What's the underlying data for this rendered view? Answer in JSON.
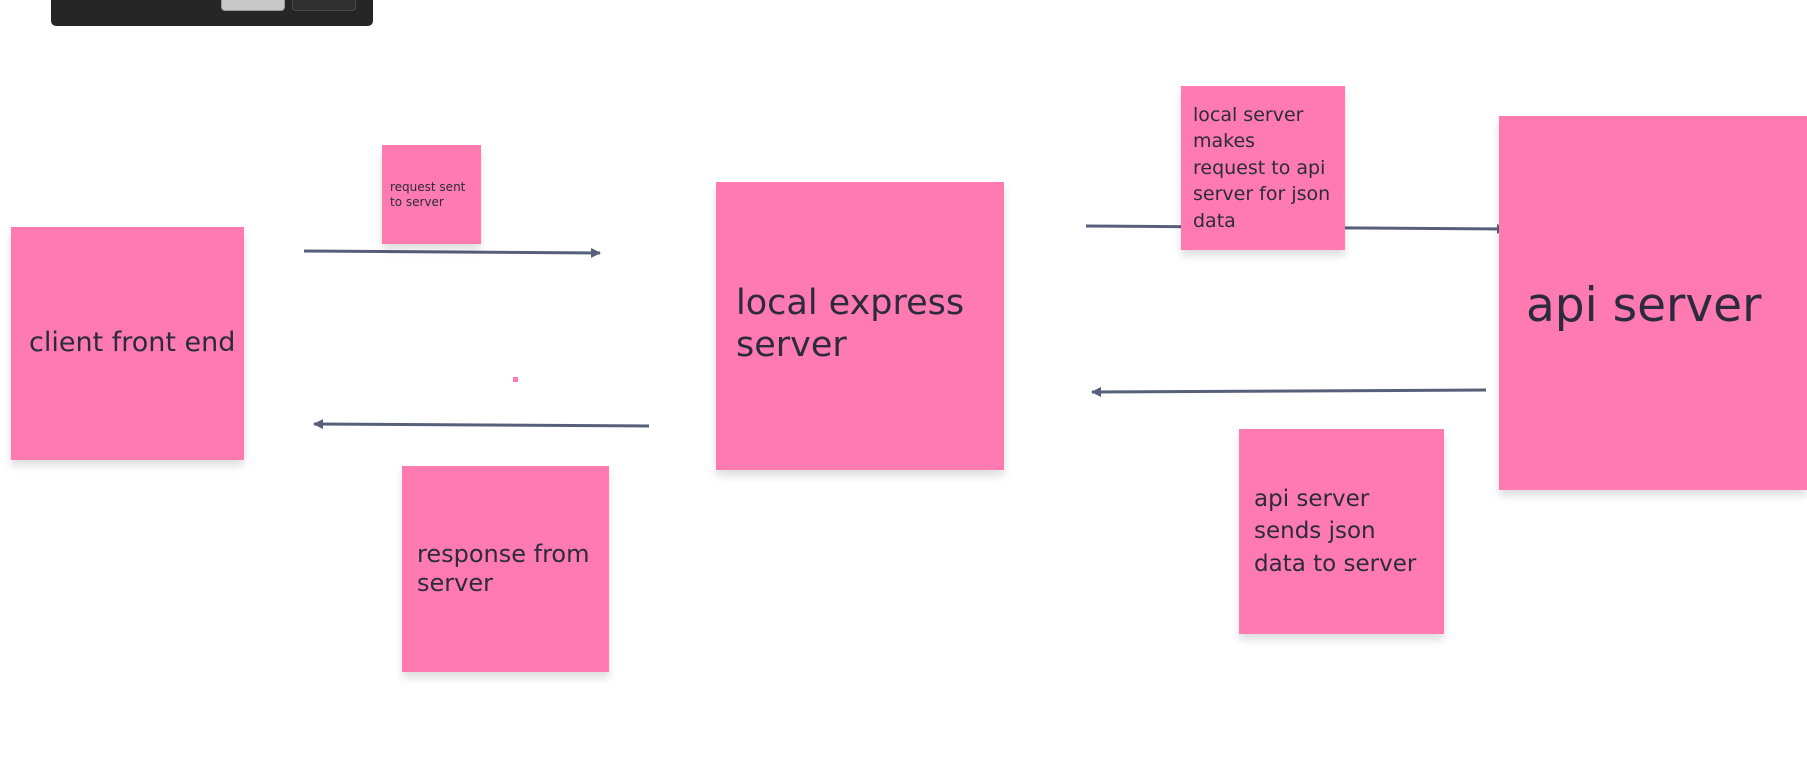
{
  "board": {
    "colors": {
      "sticky": "#ff7ab0",
      "arrow": "#56607a",
      "text": "#2b2b3d"
    },
    "notes": {
      "client": "client front end",
      "request": "request sent to server",
      "local_express": "local express server",
      "response": "response from server",
      "local_request": "local server makes request to api server for json data",
      "api_server": "api server",
      "api_sends": "api server sends json data to server"
    }
  }
}
